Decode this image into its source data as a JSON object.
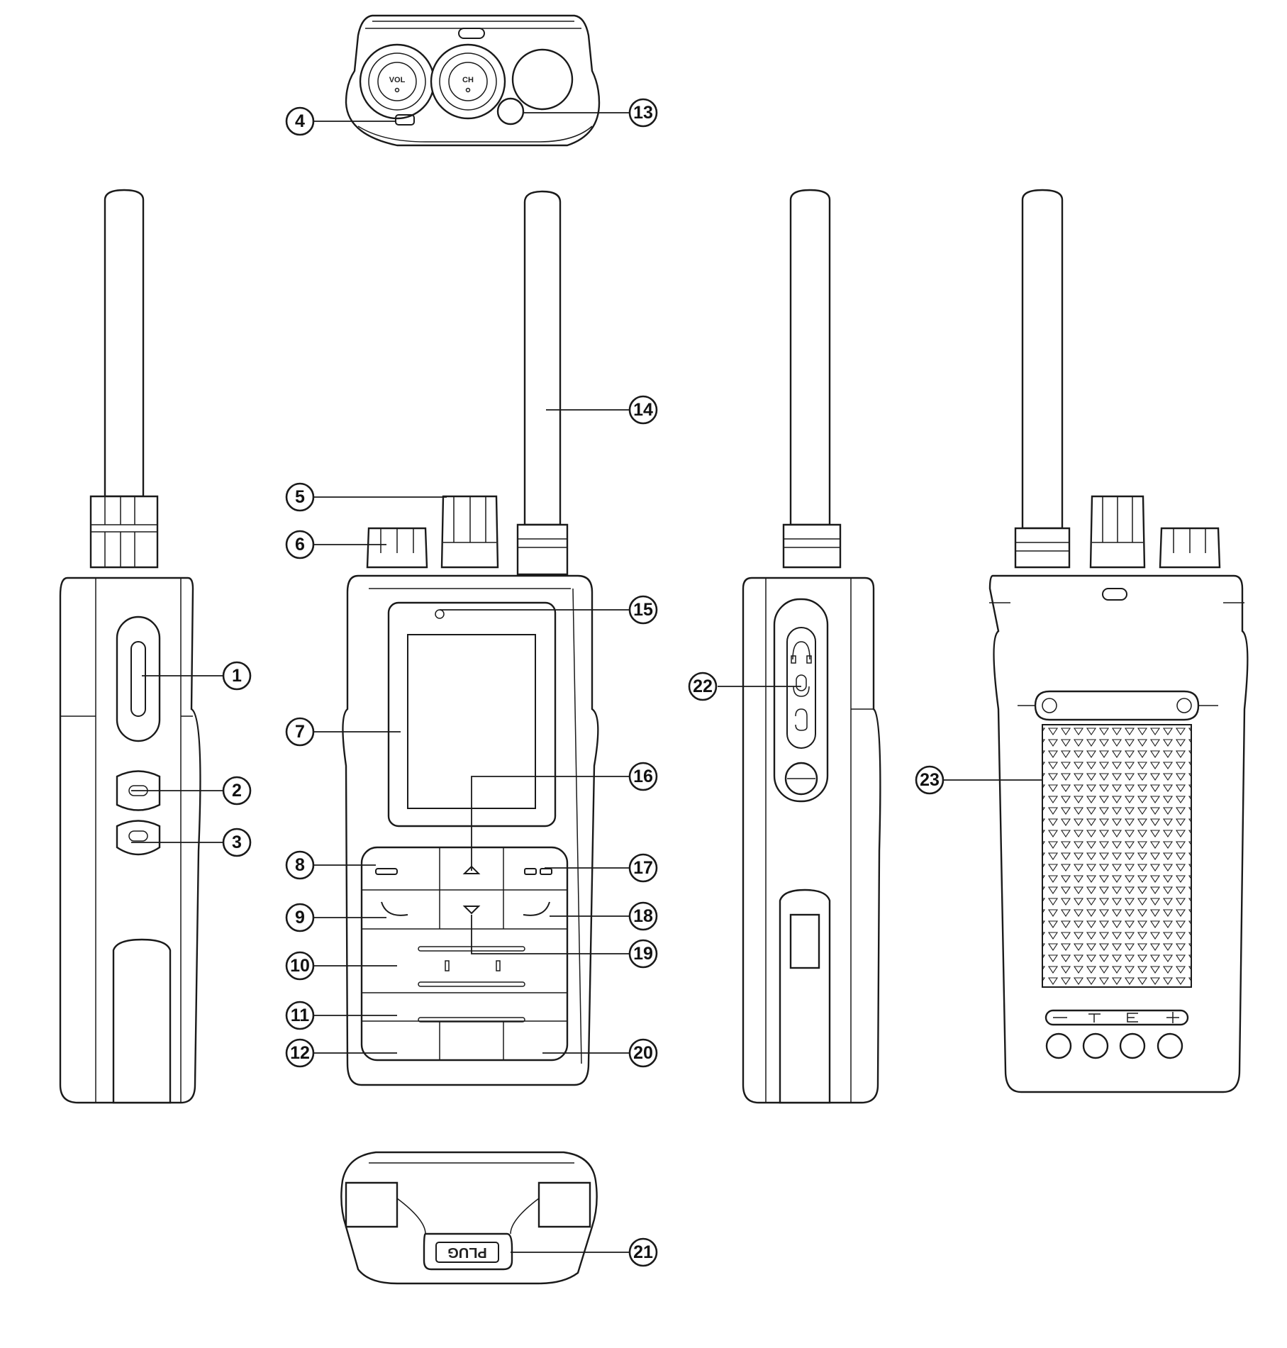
{
  "knob_labels": {
    "volume": "VOL",
    "channel": "CH"
  },
  "plug_label": "PLUG",
  "callouts": [
    "1",
    "2",
    "3",
    "4",
    "5",
    "6",
    "7",
    "8",
    "9",
    "10",
    "11",
    "12",
    "13",
    "14",
    "15",
    "16",
    "17",
    "18",
    "19",
    "20",
    "21",
    "22",
    "23"
  ]
}
